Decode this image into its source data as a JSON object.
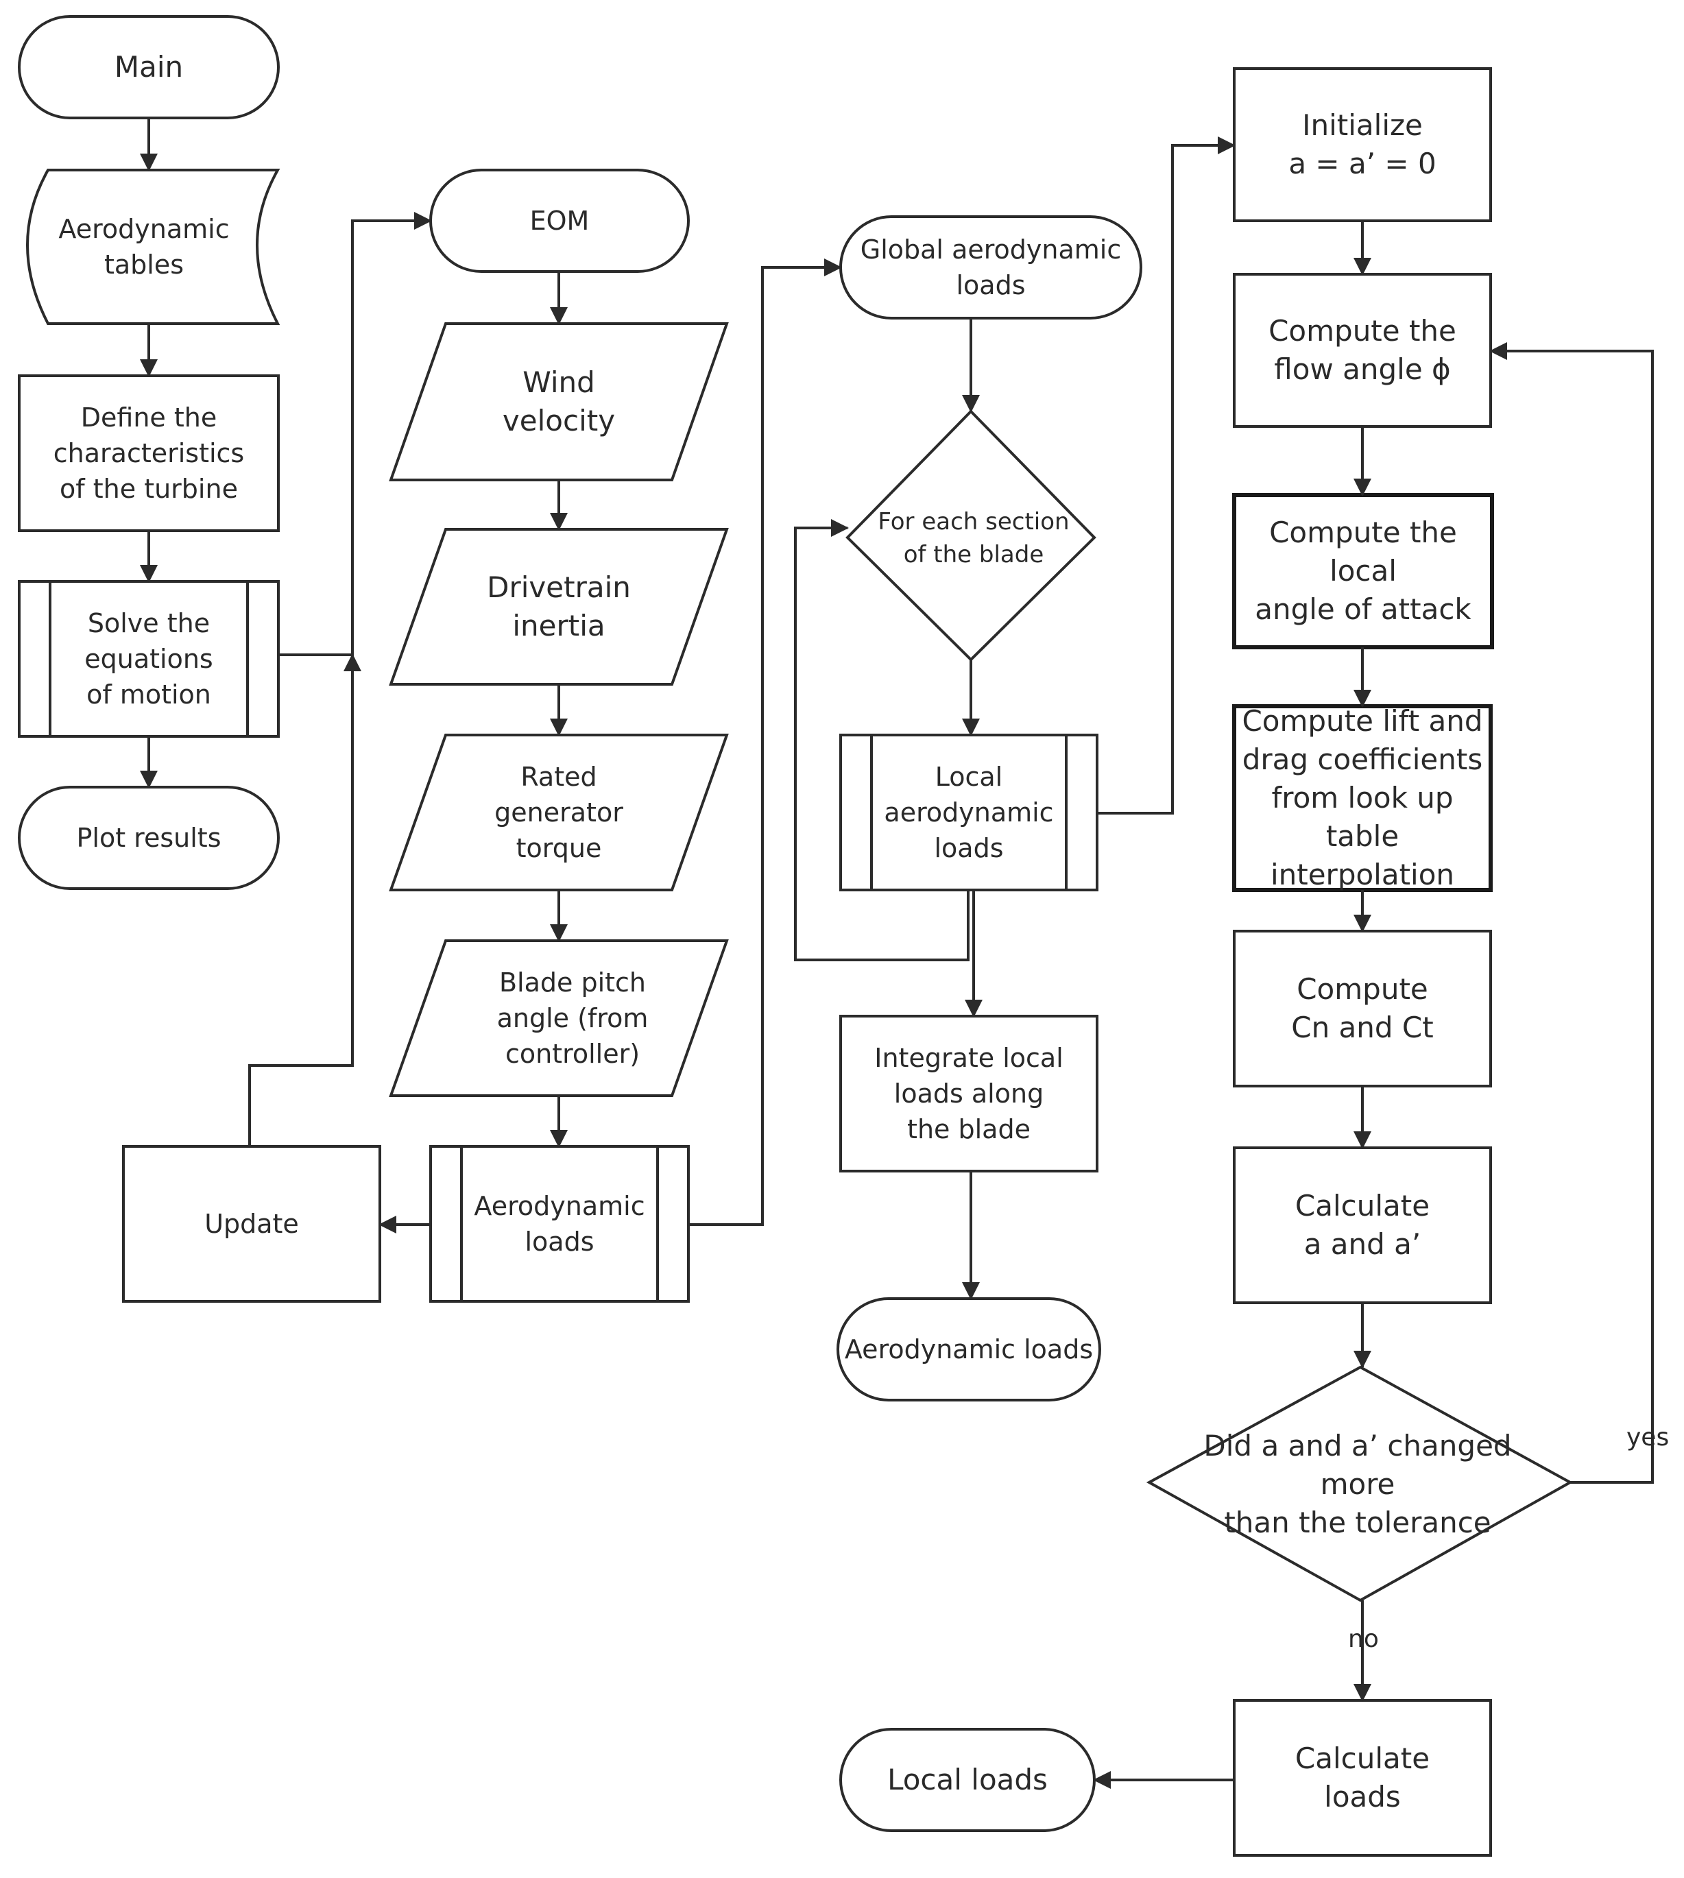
{
  "nodes": {
    "main": "Main",
    "aero_tables": "Aerodynamic\ntables",
    "define_turbine": "Define the\ncharacteristics\nof the turbine",
    "solve_eom": "Solve the\nequations\nof motion",
    "plot_results": "Plot results",
    "eom": "EOM",
    "wind_velocity": "Wind\nvelocity",
    "drivetrain_inertia": "Drivetrain\ninertia",
    "rated_torque": "Rated\ngenerator\ntorque",
    "blade_pitch": "Blade pitch\nangle (from\ncontroller)",
    "aero_loads": "Aerodynamic\nloads",
    "update": "Update",
    "global_aero": "Global aerodynamic\nloads",
    "for_each_section": "For each section\nof the blade",
    "local_aero": "Local\naerodynamic\nloads",
    "integrate": "Integrate local\nloads along\nthe blade",
    "aero_loads_end": "Aerodynamic loads",
    "initialize": "Initialize\na = a’ = 0",
    "flow_angle": "Compute the\nflow angle ϕ",
    "angle_attack": "Compute the local\nangle of attack",
    "lift_drag": "Compute lift and\ndrag coefficients\nfrom look up table\ninterpolation",
    "cn_ct": "Compute\nCn and Ct",
    "calc_a": "Calculate\na and a’",
    "tolerance": "Did a and a’ changed more\nthan the tolerance",
    "calc_loads": "Calculate\nloads",
    "local_loads": "Local loads"
  },
  "edge_labels": {
    "yes": "yes",
    "no": "no"
  }
}
